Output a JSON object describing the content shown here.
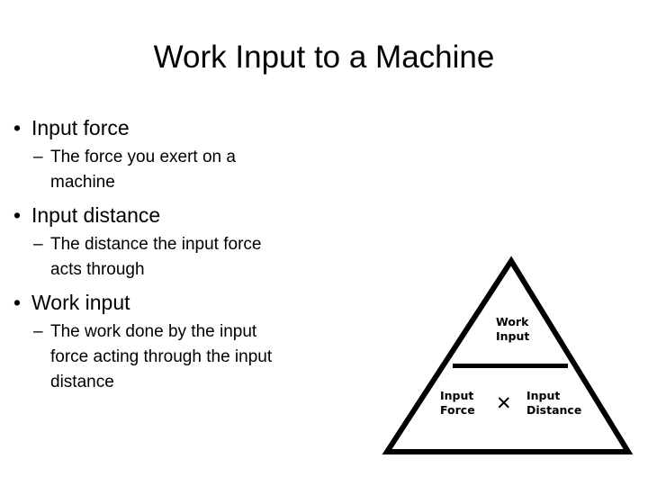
{
  "slide": {
    "title": "Work Input to a Machine",
    "background_color": "#ffffff",
    "text_color": "#000000"
  },
  "body": {
    "level1_marker": "•",
    "level2_marker": "–",
    "groups": [
      {
        "heading": "Input force",
        "detail_lines": [
          "The force you exert on a",
          "machine"
        ]
      },
      {
        "heading": "Input distance",
        "detail_lines": [
          "The distance the input force",
          "acts through"
        ]
      },
      {
        "heading": "Work input",
        "detail_lines": [
          "The work done by the input",
          "force acting through the input",
          "distance"
        ]
      }
    ]
  },
  "diagram": {
    "name": "work-input-formula-triangle",
    "shape": "triangle",
    "outline_color": "#000000",
    "fill_color": "#ffffff",
    "numerator_lines": [
      "Work",
      "Input"
    ],
    "fraction_bar": true,
    "denominator_left_lines": [
      "Input",
      "Force"
    ],
    "operator": "✕",
    "denominator_right_lines": [
      "Input",
      "Distance"
    ]
  }
}
